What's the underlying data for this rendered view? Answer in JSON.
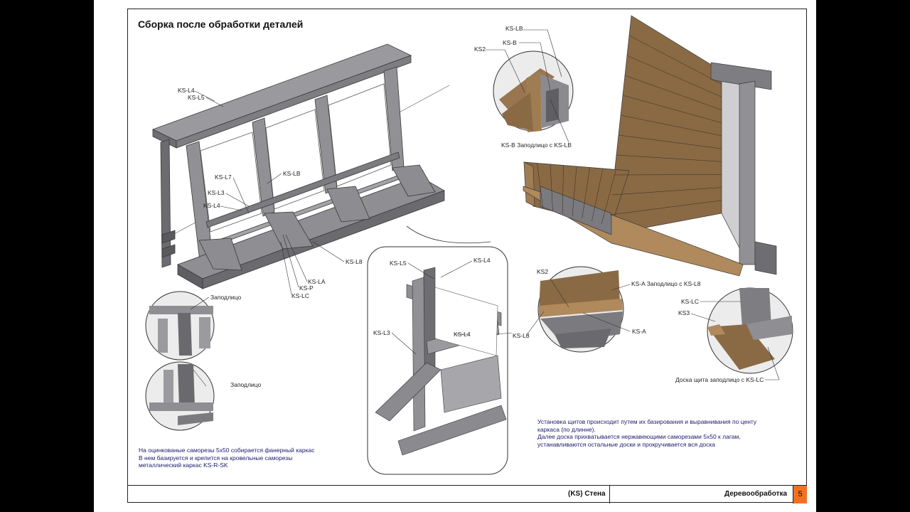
{
  "title": "Сборка после обработки деталей",
  "labels": {
    "ks_l4_top": "KS-L4",
    "ks_l5_top": "KS-L5",
    "ks_l7": "KS-L7",
    "ks_lb_main": "KS-LB",
    "ks_l3_main": "KS-L3",
    "ks_l4_main": "KS-L4",
    "ks_l8_main": "KS-L8",
    "ks_la_main": "KS-LA",
    "ks_p_main": "KS-P",
    "ks_lc_main": "KS-LC",
    "zapodlitso_1": "Заподлицо",
    "zapodlitso_2": "Заподлицо",
    "ks_l5_detail": "KS-L5",
    "ks_l4_detail": "KS-L4",
    "ks_l3_detail": "KS-L3",
    "ks_l4_detail2": "KS-L4",
    "ks_lb_tr": "KS-LB",
    "ks_b_tr": "KS-B",
    "ks2_tr": "KS2",
    "ks_b_flush": "KS-B Заподлицо с KS-LB",
    "ks2_mid": "KS2",
    "ks_a_flush": "KS-A Заподлицо с KS-L8",
    "ks_l8_mid": "KS-L8",
    "ks_a_mid": "KS-A",
    "ks_lc_right": "KS-LC",
    "ks3_right": "KS3",
    "board_flush": "Доска щита заподлицо с KS-LC"
  },
  "notes": {
    "left": [
      "На оцинкованые саморезы 5х50 собирается фанерный каркас",
      "В нем базируется и крепится на кровельные саморезы",
      " металлический каркас KS-R-SK"
    ],
    "right": [
      "Установка щитов происходит путем их базирования и выравнивания по центу",
      "каркаса (по длинне).",
      "Далее доска прихватывается нержавеющими саморезами 5х50  к лагам,",
      "устанавливаются остальные доски и прокручивается вся доска"
    ]
  },
  "footer": {
    "product": "(KS) Стена",
    "department": "Деревообработка",
    "page_number": "5"
  },
  "colors": {
    "page_badge": "#f37021",
    "note_text": "#1a1a6e",
    "metal": "#8a8a8e",
    "wood": "#8a6a45"
  }
}
